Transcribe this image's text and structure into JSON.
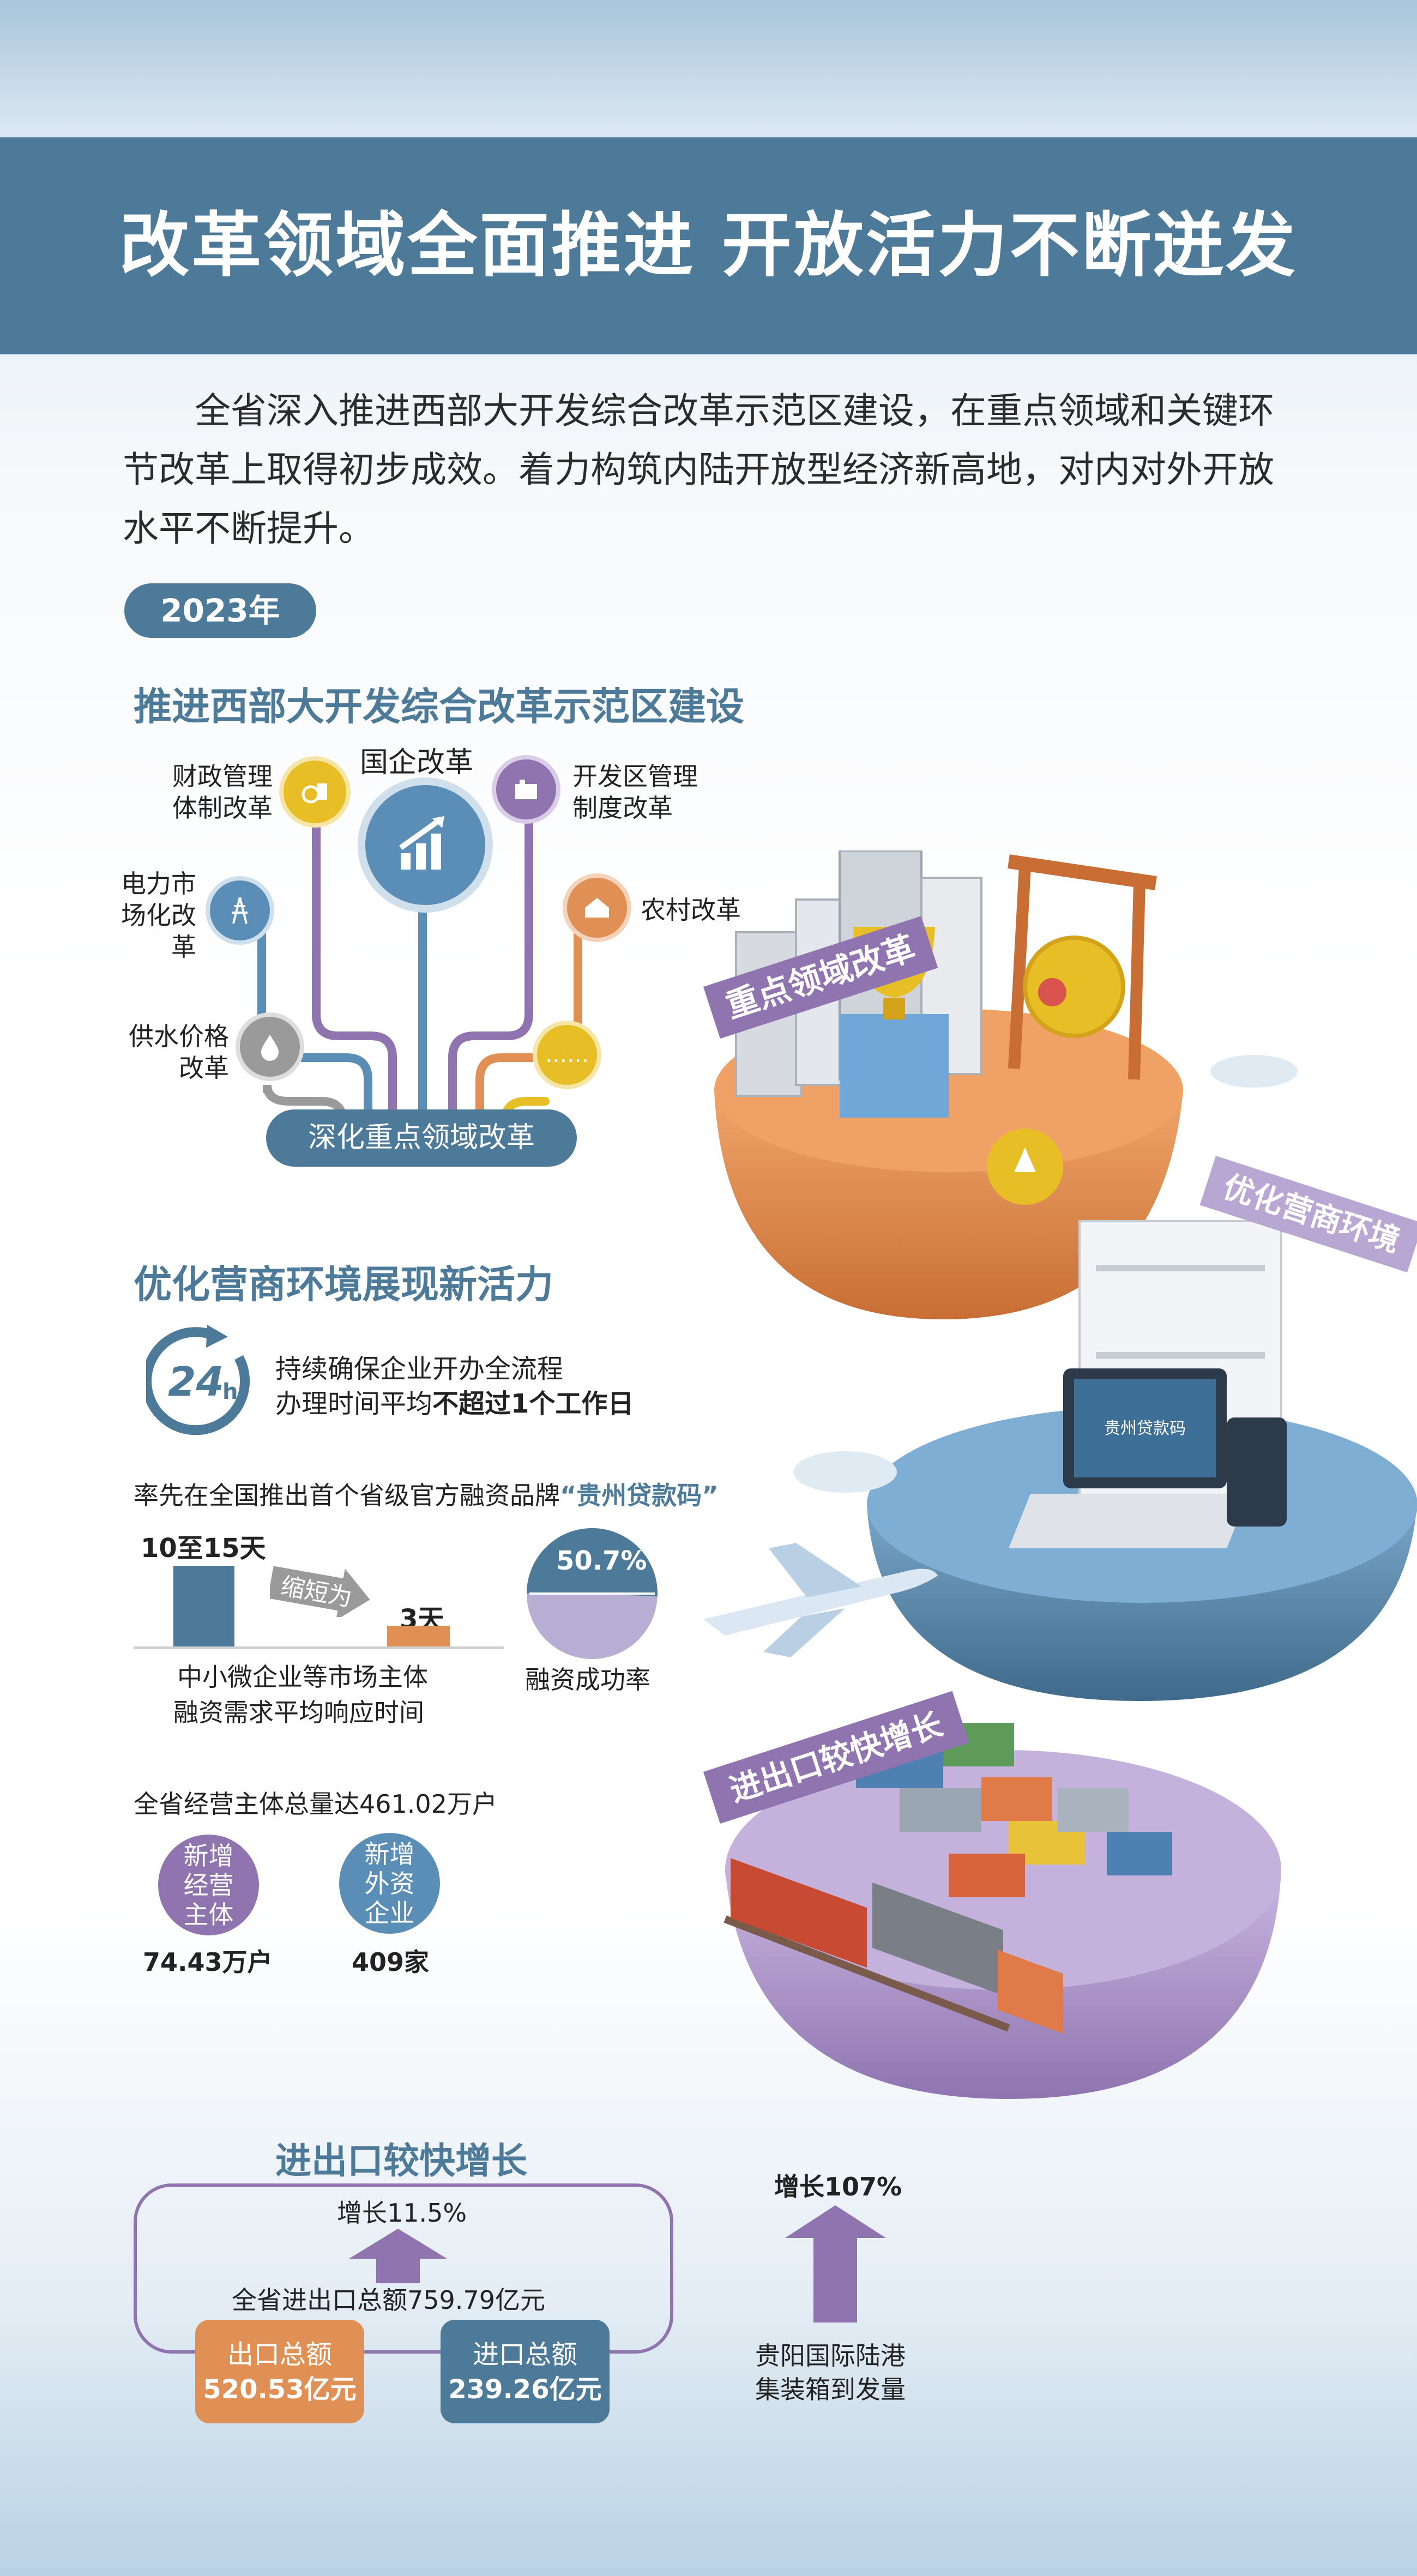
{
  "header": {
    "title": "改革领域全面推进  开放活力不断迸发",
    "intro": "全省深入推进西部大开发综合改革示范区建设，在重点领域和关键环节改革上取得初步成效。着力构筑内陆开放型经济新高地，对内对外开放水平不断提升。"
  },
  "year_badge": "2023年",
  "reform": {
    "heading": "推进西部大开发综合改革示范区建设",
    "center": "国企改革",
    "items": [
      "财政管理体制改革",
      "开发区管理制度改革",
      "电力市场化改革",
      "农村改革",
      "供水价格改革"
    ],
    "ellipsis": "……",
    "base": "深化重点领域改革",
    "colors": {
      "blue": "#5b8eb6",
      "purple": "#8f74b0",
      "yellow": "#e7be26",
      "orange": "#e09055",
      "gray": "#9a9a9a"
    }
  },
  "business": {
    "heading": "优化营商环境展现新活力",
    "clock_num": "24",
    "clock_unit": "h",
    "line1": "持续确保企业开办全流程",
    "line2a": "办理时间平均",
    "line2b": "不超过1个工作日",
    "loan_pre": "率先在全国推出首个省级官方融资品牌",
    "loan_brand": "“贵州贷款码”",
    "before": "10至15天",
    "arrow": "缩短为",
    "after": "3天",
    "resp_label1": "中小微企业等市场主体",
    "resp_label2": "融资需求平均响应时间",
    "rate_value": 50.7,
    "rate_text": "50.7%",
    "rate_label": "融资成功率",
    "total": "全省经营主体总量达461.02万户",
    "new1_label": "新增经营主体",
    "new1_value": "74.43万户",
    "new2_label": "新增外资企业",
    "new2_value": "409家"
  },
  "trade": {
    "heading": "进出口较快增长",
    "growth": "增长11.5%",
    "total": "全省进出口总额759.79亿元",
    "export_label": "出口总额",
    "export_value": "520.53亿元",
    "import_label": "进口总额",
    "import_value": "239.26亿元",
    "port_growth": "增长107%",
    "port_label1": "贵阳国际陆港",
    "port_label2": "集装箱到发量"
  },
  "illustration": {
    "banner1": "重点领域改革",
    "banner2": "优化营商环境",
    "banner3": "进出口较快增长",
    "screen_text": "贵州贷款码"
  }
}
